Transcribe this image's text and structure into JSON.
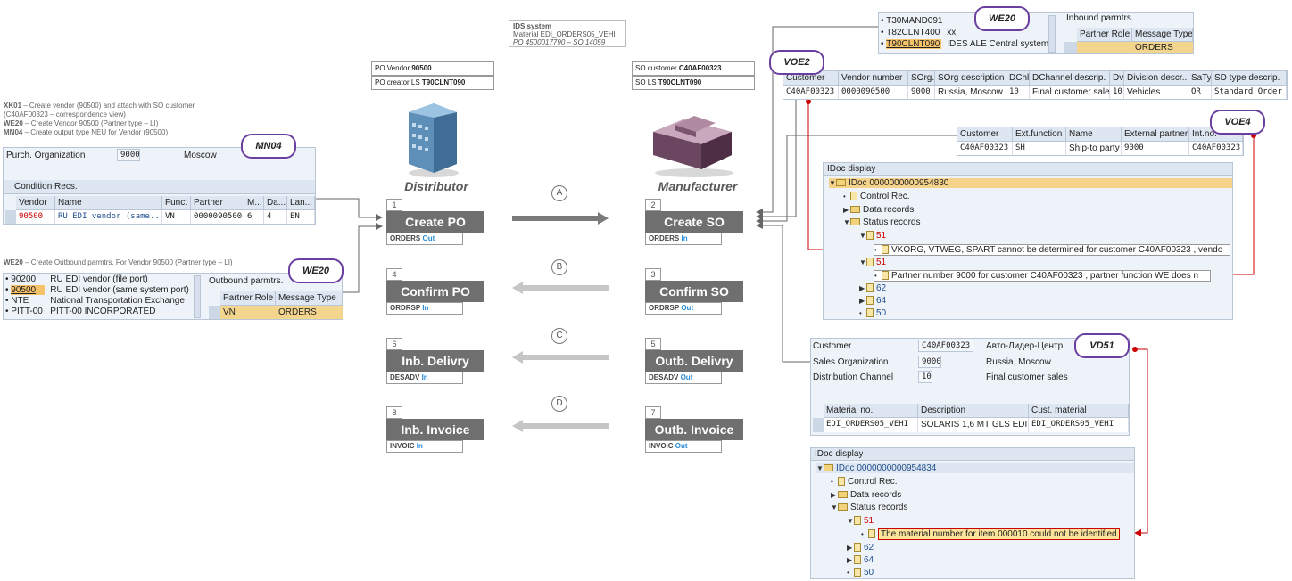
{
  "ids": {
    "title": "IDS system",
    "line1": "Material EDI_ORDERS05_VEHI",
    "line2": "PO 4500017790 – SO 14059"
  },
  "distributor": {
    "label": "Distributor",
    "vendor_label": "PO Vendor ",
    "vendor_value": "90500",
    "creator_label": "PO creator LS ",
    "creator_value": "T90CLNT090"
  },
  "manufacturer": {
    "label": "Manufacturer",
    "customer_label": "SO customer ",
    "customer_value": "C40AF00323",
    "ls_label": "SO LS ",
    "ls_value": "T90CLNT090"
  },
  "notes": {
    "n1_code": "XK01",
    "n1_text": " – Create vendor (90500) and attach with SO customer",
    "n1_text2": "(C40AF00323 – correspondence view)",
    "n2_code": "WE20",
    "n2_text": " – Create Vendor 90500 (Partner type – LI)",
    "n3_code": "MN04",
    "n3_text": " – Create output type NEU for Vendor (90500)",
    "n4_code": "WE20",
    "n4_text": " – Create Outbound parmtrs. For Vendor 90500 (Partner type – LI)"
  },
  "tags": {
    "mn04": "MN04",
    "we20_left": "WE20",
    "we20_top": "WE20",
    "voe2": "VOE2",
    "voe4": "VOE4",
    "vd51": "VD51"
  },
  "mn04_panel": {
    "porg_label": "Purch. Organization",
    "porg_value": "9000",
    "porg_text": "Moscow",
    "cond_title": "Condition Recs.",
    "headers": [
      "Vendor",
      "Name",
      "Funct",
      "Partner",
      "M...",
      "Da...",
      "Lan..."
    ],
    "row": [
      "90500",
      "RU EDI vendor (same...",
      "VN",
      "0000090500",
      "6",
      "4",
      "EN"
    ]
  },
  "we20_left_panel": {
    "list": [
      {
        "code": "90200",
        "name": "RU EDI vendor (file port)"
      },
      {
        "code": "90500",
        "name": "RU EDI vendor (same system port)"
      },
      {
        "code": "NTE",
        "name": "National Transportation Exchange"
      },
      {
        "code": "PITT-00",
        "name": "PITT-00 INCORPORATED"
      }
    ],
    "out_title": "Outbound parmtrs.",
    "headers": [
      "Partner Role",
      "Message Type"
    ],
    "row": [
      "VN",
      "ORDERS"
    ]
  },
  "we20_top_panel": {
    "list": [
      {
        "code": "T30MAND091",
        "name": ""
      },
      {
        "code": "T82CLNT400",
        "name": "xx"
      },
      {
        "code": "T90CLNT090",
        "name": "IDES ALE Central system"
      }
    ],
    "in_title": "Inbound parmtrs.",
    "headers": [
      "Partner Role",
      "Message Type"
    ],
    "row": [
      "",
      "ORDERS"
    ]
  },
  "voe2_panel": {
    "headers": [
      "Customer",
      "Vendor number",
      "SOrg.",
      "SOrg description",
      "DChl",
      "DChannel descrip.",
      "Dv",
      "Division descr...",
      "SaTy",
      "SD type descrip."
    ],
    "row": [
      "C40AF00323",
      "0000090500",
      "9000",
      "Russia, Moscow",
      "10",
      "Final customer sales",
      "10",
      "Vehicles",
      "OR",
      "Standard Order"
    ]
  },
  "voe4_panel": {
    "headers": [
      "Customer",
      "Ext.function",
      "Name",
      "External partner",
      "Int.no."
    ],
    "row": [
      "C40AF00323",
      "SH",
      "Ship-to party",
      "9000",
      "C40AF00323"
    ]
  },
  "idoc1": {
    "title": "IDoc display",
    "root": "IDoc 0000000000954830",
    "control": "Control Rec.",
    "data": "Data records",
    "status": "Status records",
    "s1": "51",
    "msg1": "VKORG, VTWEG, SPART cannot be determined for customer C40AF00323 , vendo",
    "s2": "51",
    "msg2": "Partner number 9000 for customer C40AF00323 , partner function WE does n",
    "s3": "62",
    "s4": "64",
    "s5": "50"
  },
  "vd51_panel": {
    "customer_label": "Customer",
    "customer_value": "C40AF00323",
    "customer_name": "Авто-Лидер-Центр",
    "sorg_label": "Sales Organization",
    "sorg_value": "9000",
    "sorg_text": "Russia, Moscow",
    "dchl_label": "Distribution Channel",
    "dchl_value": "10",
    "dchl_text": "Final customer sales",
    "headers": [
      "Material no.",
      "Description",
      "Cust. material"
    ],
    "row": [
      "EDI_ORDERS05_VEHI",
      "SOLARIS 1,6 MT GLS EDI",
      "EDI_ORDERS05_VEHI"
    ]
  },
  "idoc2": {
    "title": "IDoc display",
    "root": "IDoc 0000000000954834",
    "control": "Control Rec.",
    "data": "Data records",
    "status": "Status records",
    "s1": "51",
    "msg1": "The material number for item 000010 could not be identified",
    "s3": "62",
    "s4": "64",
    "s5": "50"
  },
  "steps": [
    {
      "num": "1",
      "label": "Create PO",
      "msg": "ORDERS",
      "dir": "Out"
    },
    {
      "num": "2",
      "label": "Create SO",
      "msg": "ORDERS",
      "dir": "In"
    },
    {
      "num": "4",
      "label": "Confirm PO",
      "msg": "ORDRSP",
      "dir": "In"
    },
    {
      "num": "3",
      "label": "Confirm SO",
      "msg": "ORDRSP",
      "dir": "Out"
    },
    {
      "num": "6",
      "label": "Inb. Delivry",
      "msg": "DESADV",
      "dir": "In"
    },
    {
      "num": "5",
      "label": "Outb. Delivry",
      "msg": "DESADV",
      "dir": "Out"
    },
    {
      "num": "8",
      "label": "Inb. Invoice",
      "msg": "INVOIC",
      "dir": "In"
    },
    {
      "num": "7",
      "label": "Outb. Invoice",
      "msg": "INVOIC",
      "dir": "Out"
    }
  ],
  "flows": [
    "A",
    "B",
    "C",
    "D"
  ],
  "colors": {
    "accent_tag": "#6b3fa0",
    "connector_red": "#cc0000",
    "step_gray": "#6f6f6f",
    "arrow_light": "#c6c6c6"
  }
}
